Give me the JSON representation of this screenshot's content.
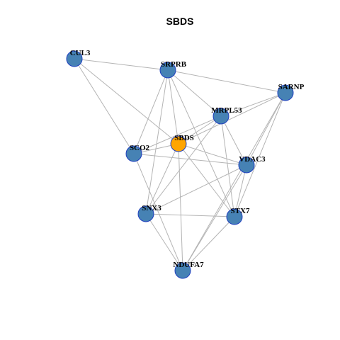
{
  "title": "SBDS",
  "colors": {
    "node_fill": "#4682b4",
    "highlight_fill": "#ffa500",
    "node_stroke": "#1f3fbf",
    "edge": "#b4b4b4",
    "background": "#ffffff"
  },
  "graph": {
    "highlighted": "SBDS",
    "nodes": [
      {
        "id": "CUL3",
        "label": "CUL3"
      },
      {
        "id": "SRPRB",
        "label": "SRPRB"
      },
      {
        "id": "SARNP",
        "label": "SARNP"
      },
      {
        "id": "MRPL53",
        "label": "MRPL53"
      },
      {
        "id": "SBDS",
        "label": "SBDS"
      },
      {
        "id": "SCO2",
        "label": "SCO2"
      },
      {
        "id": "VDAC3",
        "label": "VDAC3"
      },
      {
        "id": "SNX3",
        "label": "SNX3"
      },
      {
        "id": "STX7",
        "label": "STX7"
      },
      {
        "id": "NDUFA7",
        "label": "NDUFA7"
      }
    ],
    "edges": [
      [
        "CUL3",
        "SRPRB"
      ],
      [
        "CUL3",
        "SCO2"
      ],
      [
        "CUL3",
        "SBDS"
      ],
      [
        "SRPRB",
        "SARNP"
      ],
      [
        "SRPRB",
        "MRPL53"
      ],
      [
        "SRPRB",
        "SBDS"
      ],
      [
        "SRPRB",
        "SCO2"
      ],
      [
        "SRPRB",
        "SNX3"
      ],
      [
        "SRPRB",
        "STX7"
      ],
      [
        "SARNP",
        "MRPL53"
      ],
      [
        "SARNP",
        "SBDS"
      ],
      [
        "SARNP",
        "VDAC3"
      ],
      [
        "SARNP",
        "STX7"
      ],
      [
        "SARNP",
        "NDUFA7"
      ],
      [
        "MRPL53",
        "SBDS"
      ],
      [
        "MRPL53",
        "SCO2"
      ],
      [
        "MRPL53",
        "VDAC3"
      ],
      [
        "MRPL53",
        "SNX3"
      ],
      [
        "MRPL53",
        "STX7"
      ],
      [
        "SBDS",
        "SCO2"
      ],
      [
        "SBDS",
        "VDAC3"
      ],
      [
        "SBDS",
        "SNX3"
      ],
      [
        "SBDS",
        "STX7"
      ],
      [
        "SBDS",
        "NDUFA7"
      ],
      [
        "SCO2",
        "VDAC3"
      ],
      [
        "SCO2",
        "NDUFA7"
      ],
      [
        "VDAC3",
        "SNX3"
      ],
      [
        "VDAC3",
        "STX7"
      ],
      [
        "VDAC3",
        "NDUFA7"
      ],
      [
        "SNX3",
        "STX7"
      ],
      [
        "SNX3",
        "NDUFA7"
      ],
      [
        "STX7",
        "NDUFA7"
      ]
    ]
  }
}
